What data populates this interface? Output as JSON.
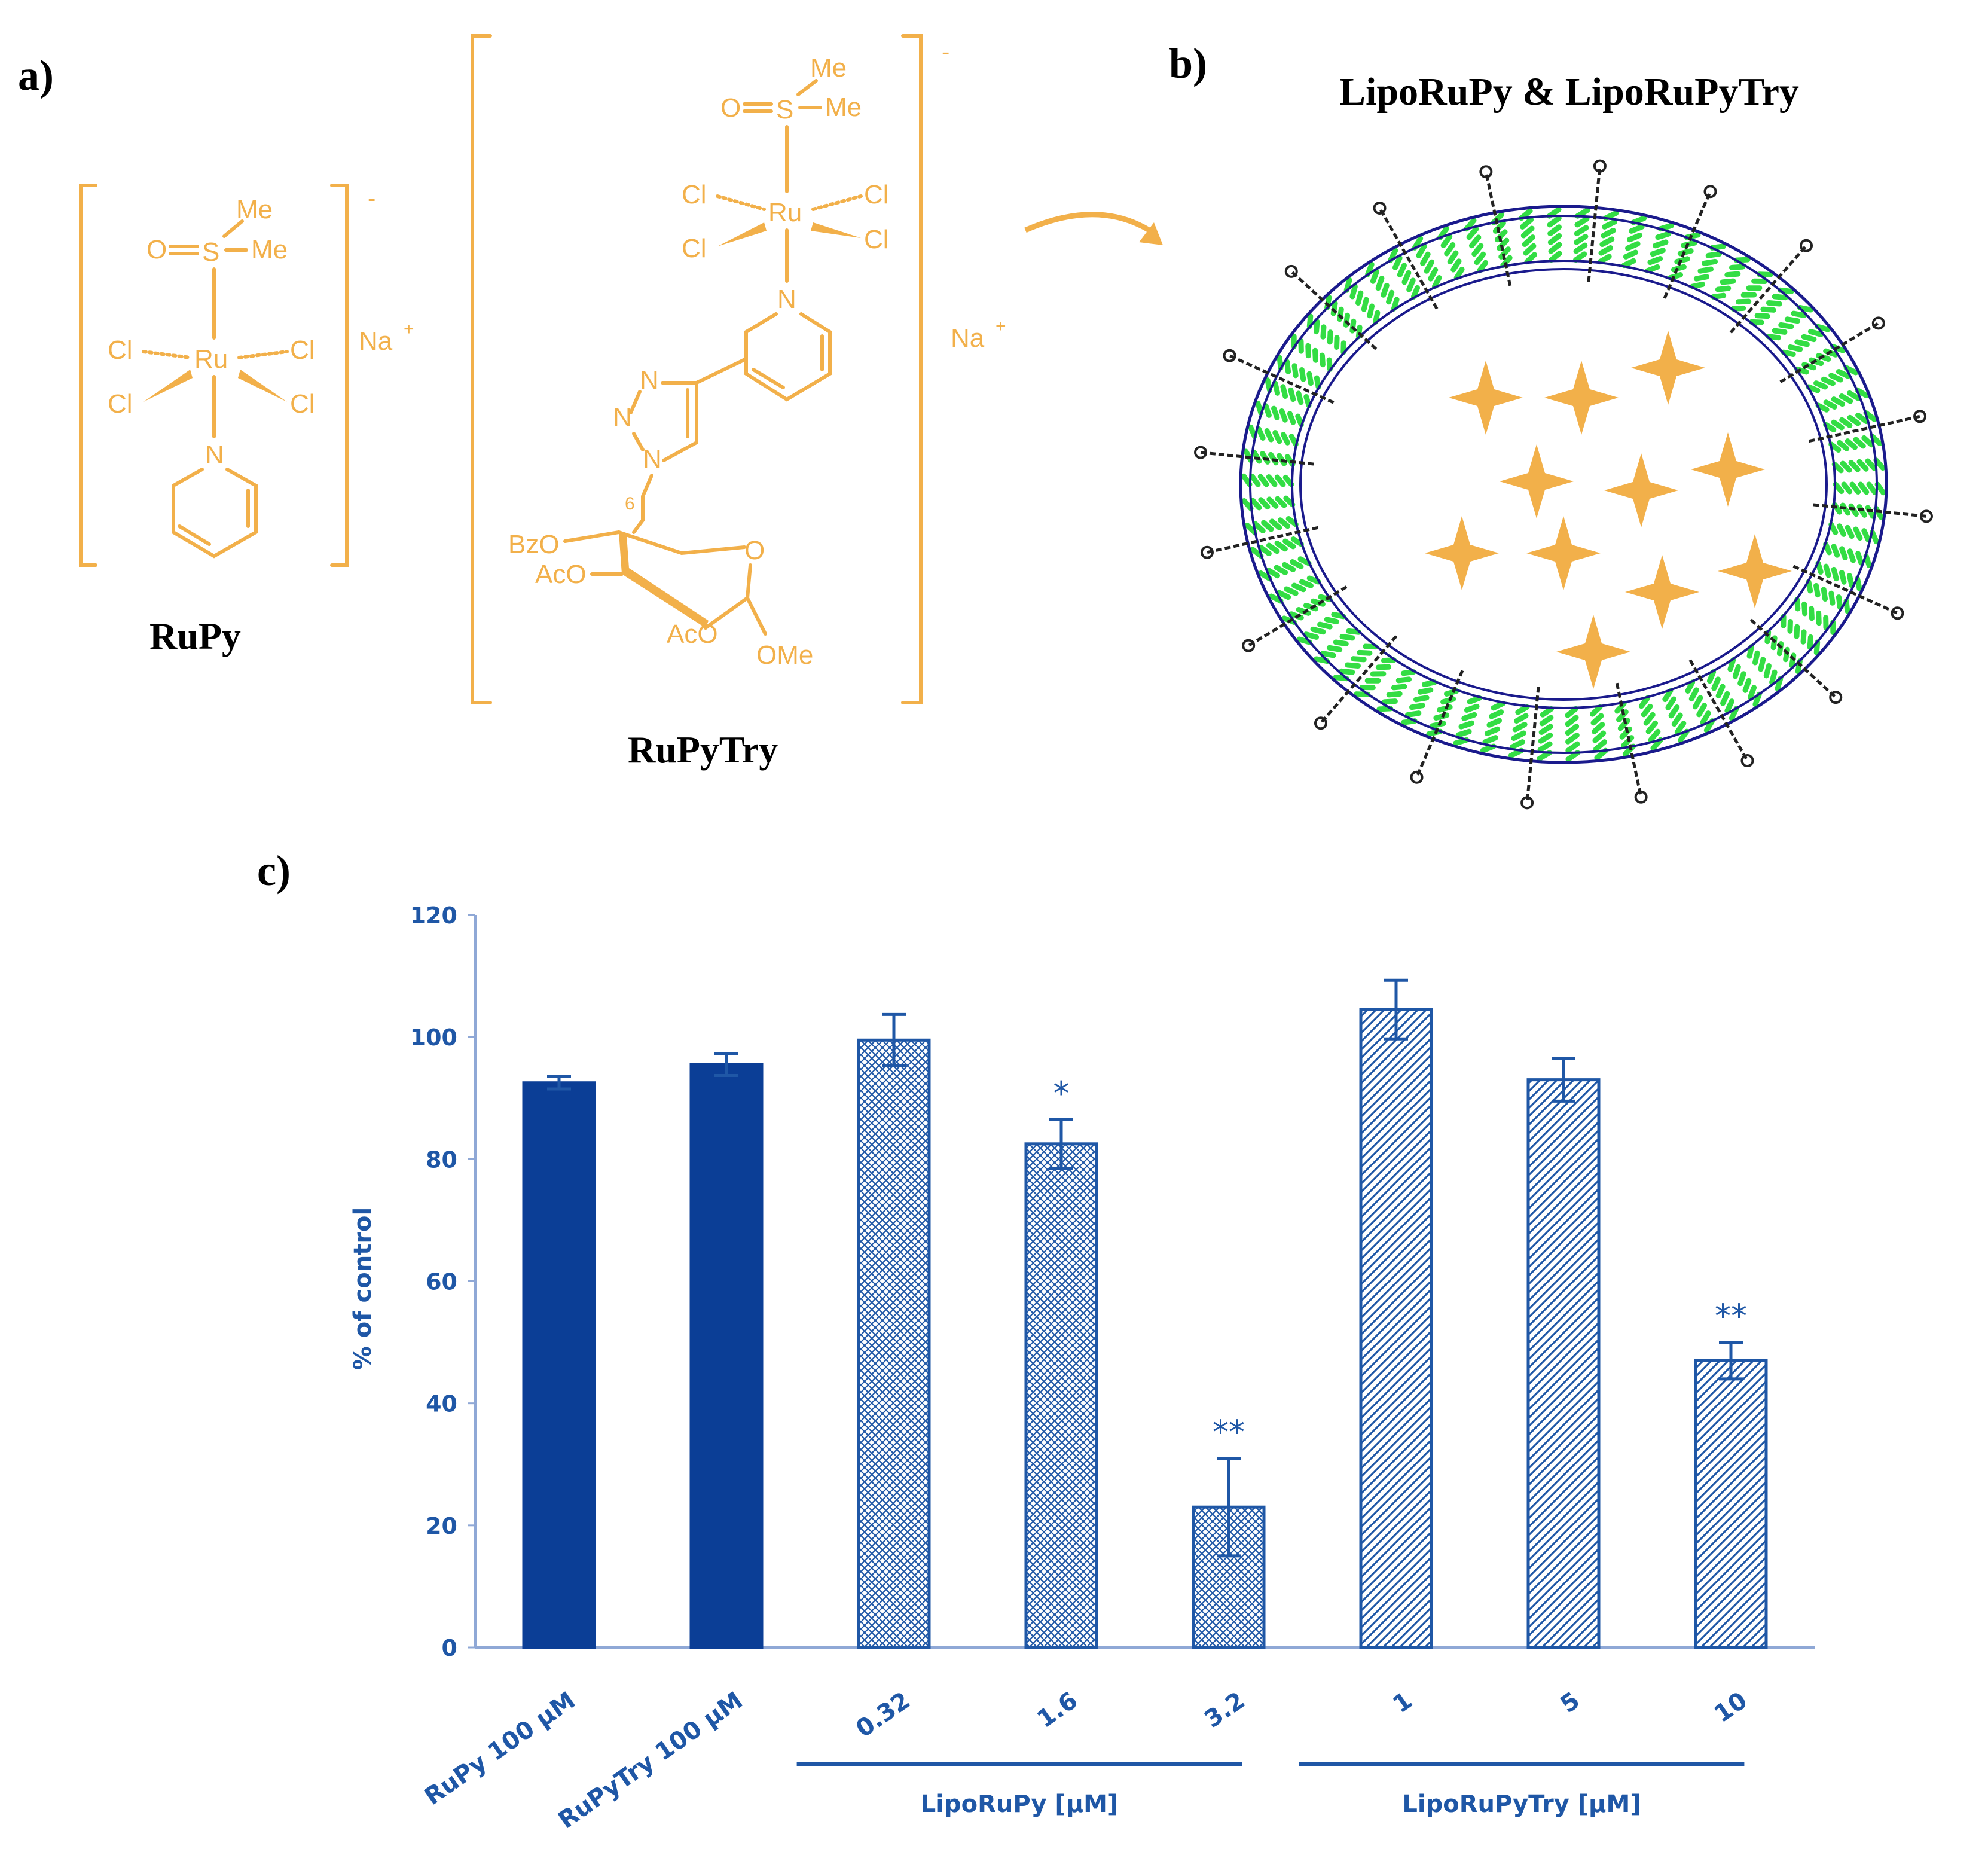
{
  "panels": {
    "a": "a)",
    "b": "b)",
    "c": "c)"
  },
  "panel_a": {
    "compound1_name": "RuPy",
    "compound2_name": "RuPyTry",
    "counter_ion": "Na",
    "counter_ion_charge": "+",
    "complex_charge": "-",
    "atoms": {
      "me": "Me",
      "o": "O",
      "s": "S",
      "cl": "Cl",
      "ru": "Ru",
      "n": "N",
      "bzo": "BzO",
      "aco": "AcO",
      "ome": "OMe",
      "o_ring": "O",
      "c6": "6"
    },
    "color": "#f2b04a"
  },
  "panel_b": {
    "title": "LipoRuPy & LipoRuPyTry",
    "membrane_color": "#33dd44",
    "ring_color": "#1a1a8c",
    "star_color": "#f2b04a"
  },
  "chart_data": {
    "type": "bar",
    "ylabel": "% of control",
    "ylim": [
      0,
      120
    ],
    "yticks": [
      0,
      20,
      40,
      60,
      80,
      100,
      120
    ],
    "categories": [
      "RuPy  100 µM",
      "RuPyTry 100 µM",
      "0.32",
      "1.6",
      "3.2",
      "1",
      "5",
      "10"
    ],
    "values": [
      92.5,
      95.5,
      99.5,
      82.5,
      23,
      104.5,
      93,
      47
    ],
    "errors": [
      1,
      1.8,
      4.2,
      4,
      8,
      4.8,
      3.5,
      3
    ],
    "significance": [
      "",
      "",
      "",
      "*",
      "**",
      "",
      "",
      "**"
    ],
    "patterns": [
      "solid",
      "solid",
      "crosshatch",
      "crosshatch",
      "crosshatch",
      "diagonal",
      "diagonal",
      "diagonal"
    ],
    "groups": [
      {
        "label": "LipoRuPy [µM]",
        "from": 2,
        "to": 4
      },
      {
        "label": "LipoRuPyTry [µM]",
        "from": 5,
        "to": 7
      }
    ],
    "color": "#1f57a6",
    "solid_color": "#0b3e96",
    "grid": false
  }
}
